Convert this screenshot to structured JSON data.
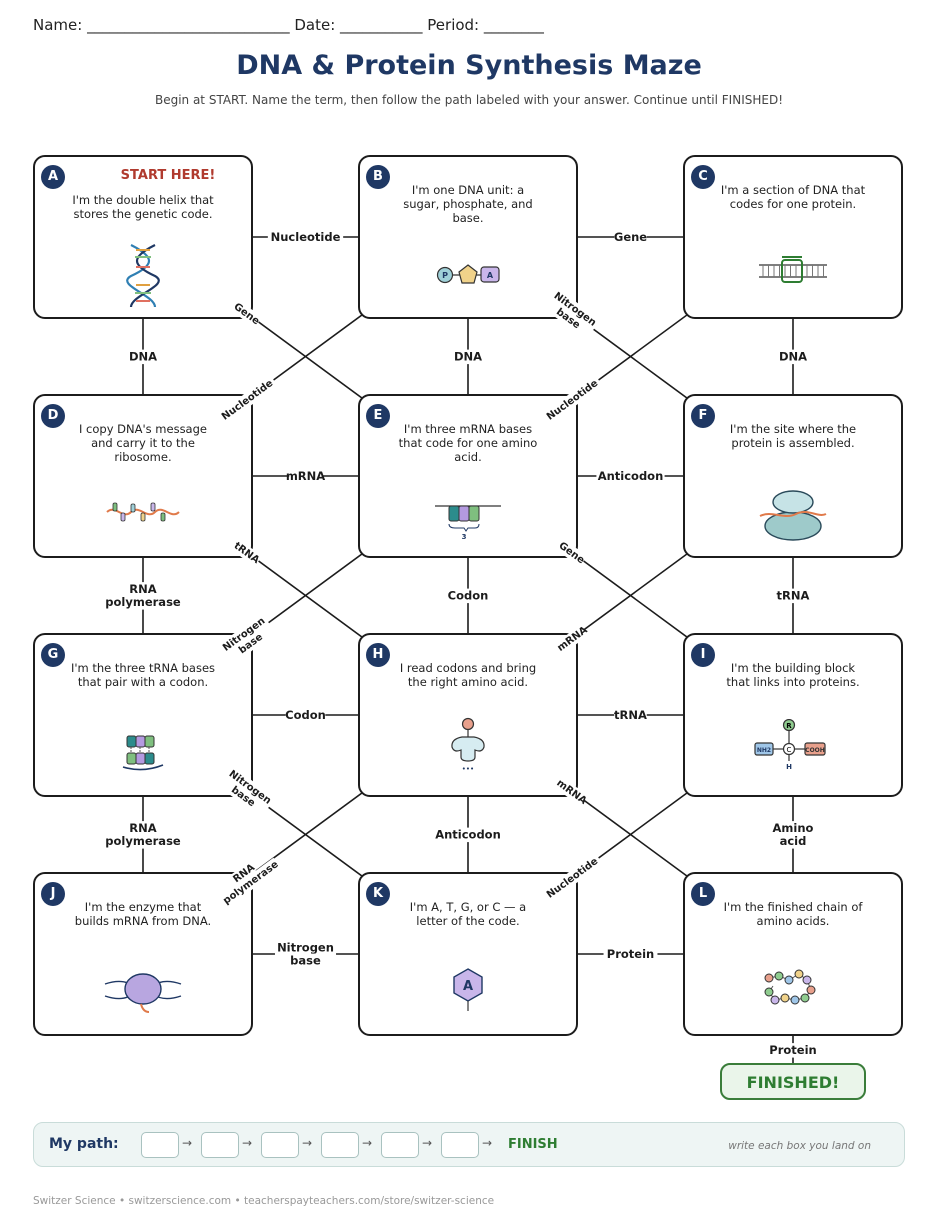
{
  "header": {
    "name_line": "Name: ___________________________ Date: ___________ Period: ________"
  },
  "title": "DNA & Protein Synthesis Maze",
  "subtitle": "Begin at START. Name the term, then follow the path labeled with your answer. Continue until FINISHED!",
  "boxes": [
    {
      "letter": "A",
      "start_label": "START HERE!",
      "text": "I'm the double helix that stores the genetic code.",
      "illustration": "dna-double-helix-icon"
    },
    {
      "letter": "B",
      "text": "I'm one DNA unit: a sugar, phosphate, and base.",
      "illustration": "nucleotide-icon"
    },
    {
      "letter": "C",
      "text": "I'm a section of DNA that codes for one protein.",
      "illustration": "gene-segment-icon"
    },
    {
      "letter": "D",
      "text": "I copy DNA's message and carry it to the ribosome.",
      "illustration": "mrna-strand-icon"
    },
    {
      "letter": "E",
      "text": "I'm three mRNA bases that code for one amino acid.",
      "illustration": "codon-icon"
    },
    {
      "letter": "F",
      "text": "I'm the site where the protein is assembled.",
      "illustration": "ribosome-icon"
    },
    {
      "letter": "G",
      "text": "I'm the three tRNA bases that pair with a codon.",
      "illustration": "anticodon-icon"
    },
    {
      "letter": "H",
      "text": "I read codons and bring the right amino acid.",
      "illustration": "trna-icon"
    },
    {
      "letter": "I",
      "text": "I'm the building block that links into proteins.",
      "illustration": "amino-acid-icon"
    },
    {
      "letter": "J",
      "text": "I'm the enzyme that builds mRNA from DNA.",
      "illustration": "rna-polymerase-icon"
    },
    {
      "letter": "K",
      "text": "I'm A, T, G, or C — a letter of the code.",
      "illustration": "nitrogen-base-icon"
    },
    {
      "letter": "L",
      "text": "I'm the finished chain of amino acids.",
      "illustration": "protein-chain-icon"
    }
  ],
  "illustration_text": {
    "phosphate": "P",
    "base_a": "A",
    "codon_count": "3",
    "amino_r": "R",
    "amino_nh2": "NH2",
    "amino_c": "C",
    "amino_cooh": "COOH",
    "amino_h": "H",
    "trna_dots": "•••",
    "base_letter": "A"
  },
  "paths": [
    {
      "from": "A",
      "to": "B",
      "label": "Nucleotide"
    },
    {
      "from": "B",
      "to": "C",
      "label": "Gene"
    },
    {
      "from": "A",
      "to": "D",
      "label": "DNA"
    },
    {
      "from": "B",
      "to": "E",
      "label": "DNA"
    },
    {
      "from": "C",
      "to": "F",
      "label": "DNA"
    },
    {
      "from": "A",
      "to": "E",
      "label": "Gene"
    },
    {
      "from": "B",
      "to": "D",
      "label": "Nucleotide"
    },
    {
      "from": "B",
      "to": "F",
      "label": "Nitrogen base"
    },
    {
      "from": "C",
      "to": "E",
      "label": "Nucleotide"
    },
    {
      "from": "D",
      "to": "E",
      "label": "mRNA"
    },
    {
      "from": "E",
      "to": "F",
      "label": "Anticodon"
    },
    {
      "from": "D",
      "to": "G",
      "label": "RNA polymerase"
    },
    {
      "from": "E",
      "to": "H",
      "label": "Codon"
    },
    {
      "from": "F",
      "to": "I",
      "label": "tRNA"
    },
    {
      "from": "D",
      "to": "H",
      "label": "tRNA"
    },
    {
      "from": "E",
      "to": "G",
      "label": "Nitrogen base"
    },
    {
      "from": "E",
      "to": "I",
      "label": "Gene"
    },
    {
      "from": "F",
      "to": "H",
      "label": "mRNA"
    },
    {
      "from": "G",
      "to": "H",
      "label": "Codon"
    },
    {
      "from": "H",
      "to": "I",
      "label": "tRNA"
    },
    {
      "from": "G",
      "to": "J",
      "label": "RNA polymerase"
    },
    {
      "from": "H",
      "to": "K",
      "label": "Anticodon"
    },
    {
      "from": "I",
      "to": "L",
      "label": "Amino acid"
    },
    {
      "from": "G",
      "to": "K",
      "label": "Nitrogen base"
    },
    {
      "from": "H",
      "to": "J",
      "label": "RNA polymerase"
    },
    {
      "from": "H",
      "to": "L",
      "label": "mRNA"
    },
    {
      "from": "I",
      "to": "K",
      "label": "Nucleotide"
    },
    {
      "from": "J",
      "to": "K",
      "label": "Nitrogen base"
    },
    {
      "from": "K",
      "to": "L",
      "label": "Protein"
    },
    {
      "from": "L",
      "to": "FINISH",
      "label": "Protein"
    }
  ],
  "finished_label": "FINISHED!",
  "path_panel": {
    "label": "My path:",
    "slot_count": 6,
    "arrow": "→",
    "finish_label": "FINISH",
    "note": "write each box you land on"
  },
  "footer": "Switzer Science • switzerscience.com • teacherspayteachers.com/store/switzer-science",
  "colors": {
    "title": "#1f3864",
    "start": "#b03a2e",
    "finish": "#2e7d32",
    "letter_badge": "#1f3864"
  }
}
